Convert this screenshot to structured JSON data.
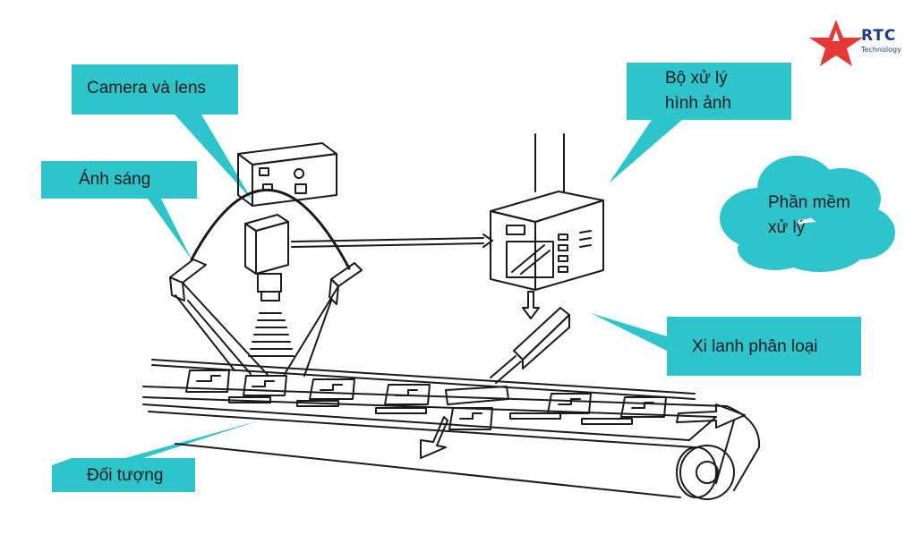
{
  "logo": {
    "name": "RTC",
    "tagline": "Technology",
    "colors": {
      "star": "#e53935",
      "text": "#1e3a8a"
    }
  },
  "accent_color": "#2ec4cc",
  "labels": {
    "camera": "Camera và lens",
    "light": "Ánh sáng",
    "processor": [
      "Bộ xử lý",
      "hình ảnh"
    ],
    "software": [
      "Phần mềm",
      "xử lý"
    ],
    "cylinder": "Xi lanh phân loại",
    "object": "Đối tượng"
  }
}
